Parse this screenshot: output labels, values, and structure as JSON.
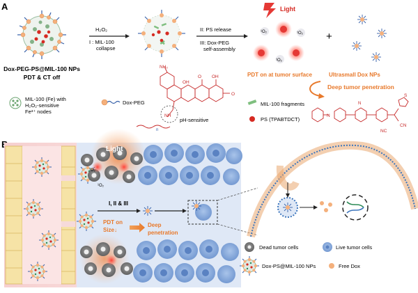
{
  "panelA": {
    "label": "A",
    "np_name": "Dox-PEG-PS@MIL-100 NPs",
    "np_state": "PDT & CT off",
    "h2o2": "H₂O₂",
    "step1": "I : MIL-100",
    "step1b": "collapse",
    "step2": "II: PS release",
    "step3": "III: Dox-PEG",
    "step3b": "self-assembly",
    "light": "Light",
    "o2": "¹O₂",
    "plus": "+",
    "pdt_surface": "PDT on at tumor surface",
    "dox_nps": "Ultrasmall Dox NPs",
    "deep_pen": "Deep tumor penetration",
    "legend_mil": "MIL-100 (Fe) with",
    "legend_mil2": "H₂O₂-sensitive",
    "legend_mil3": "Fe³⁺ nodes",
    "legend_dox": "Dox-PEG",
    "legend_frag": "MIL-100 fragments",
    "legend_ps": "PS (TPABTDCT)",
    "ph": "pH-sensitive",
    "chem_nh2": "NH₂",
    "chem_oh": "OH",
    "chem_o": "O",
    "chem_n": "N",
    "chem_s": "S",
    "chem_nc": "NC",
    "chem_cn": "CN",
    "chem_n_sub": "n",
    "chem_nh": "NH"
  },
  "panelB": {
    "label": "B",
    "light": "Light",
    "o2": "¹O₂",
    "steps": "I, II & III",
    "pdt_on": "PDT on",
    "size": "Size↓",
    "deep": "Deep",
    "penetration": "penetration",
    "legend_dead": "Dead tumor cells",
    "legend_live": "Live tumor cells",
    "legend_np": "Dox-PS@MIL-100 NPs",
    "legend_free": "Free Dox"
  },
  "colors": {
    "orange": "#e8792b",
    "red": "#d62a22",
    "blue": "#8fb0de",
    "vessel": "#f6e3a6",
    "membrane": "#3d76bd"
  }
}
